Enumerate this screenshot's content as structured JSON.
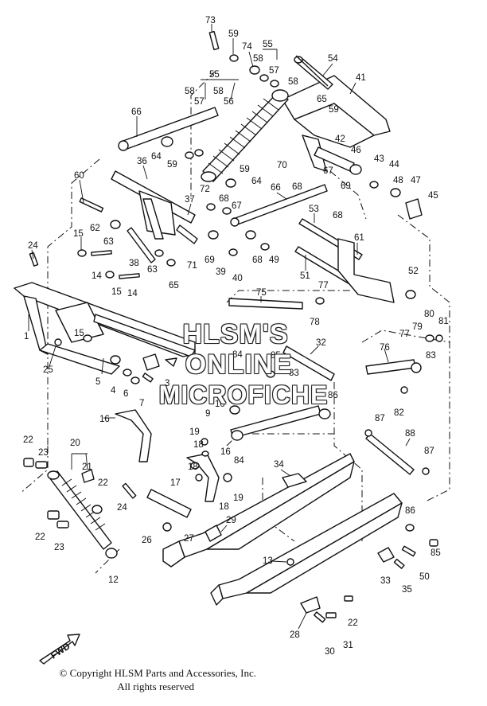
{
  "watermark": {
    "line1": "HLSM'S",
    "line2": "ONLINE",
    "line3": "MICROFICHE"
  },
  "footer": {
    "copyright": "© Copyright HLSM Parts and Accessories, Inc.",
    "rights": "All rights reserved"
  },
  "fwd_label": "FWD",
  "callouts": [
    "73",
    "59",
    "74",
    "55",
    "54",
    "58",
    "57",
    "41",
    "58",
    "65",
    "55",
    "58",
    "58",
    "57",
    "56",
    "59",
    "66",
    "64",
    "59",
    "42",
    "46",
    "43",
    "44",
    "70",
    "67",
    "48",
    "47",
    "60",
    "36",
    "59",
    "64",
    "68",
    "69",
    "72",
    "37",
    "68",
    "67",
    "66",
    "45",
    "62",
    "53",
    "15",
    "63",
    "68",
    "24",
    "61",
    "38",
    "69",
    "68",
    "49",
    "71",
    "14",
    "63",
    "39",
    "40",
    "51",
    "52",
    "65",
    "15",
    "14",
    "77",
    "75",
    "1",
    "78",
    "80",
    "81",
    "79",
    "77",
    "32",
    "76",
    "85",
    "83",
    "84",
    "83",
    "15",
    "5",
    "4",
    "6",
    "25",
    "3",
    "7",
    "86",
    "82",
    "87",
    "88",
    "10",
    "9",
    "16",
    "19",
    "18",
    "16",
    "22",
    "20",
    "23",
    "87",
    "18",
    "21",
    "17",
    "34",
    "22",
    "19",
    "24",
    "18",
    "26",
    "27",
    "86",
    "29",
    "22",
    "23",
    "13",
    "85",
    "50",
    "33",
    "35",
    "12",
    "22",
    "28",
    "30",
    "31"
  ]
}
